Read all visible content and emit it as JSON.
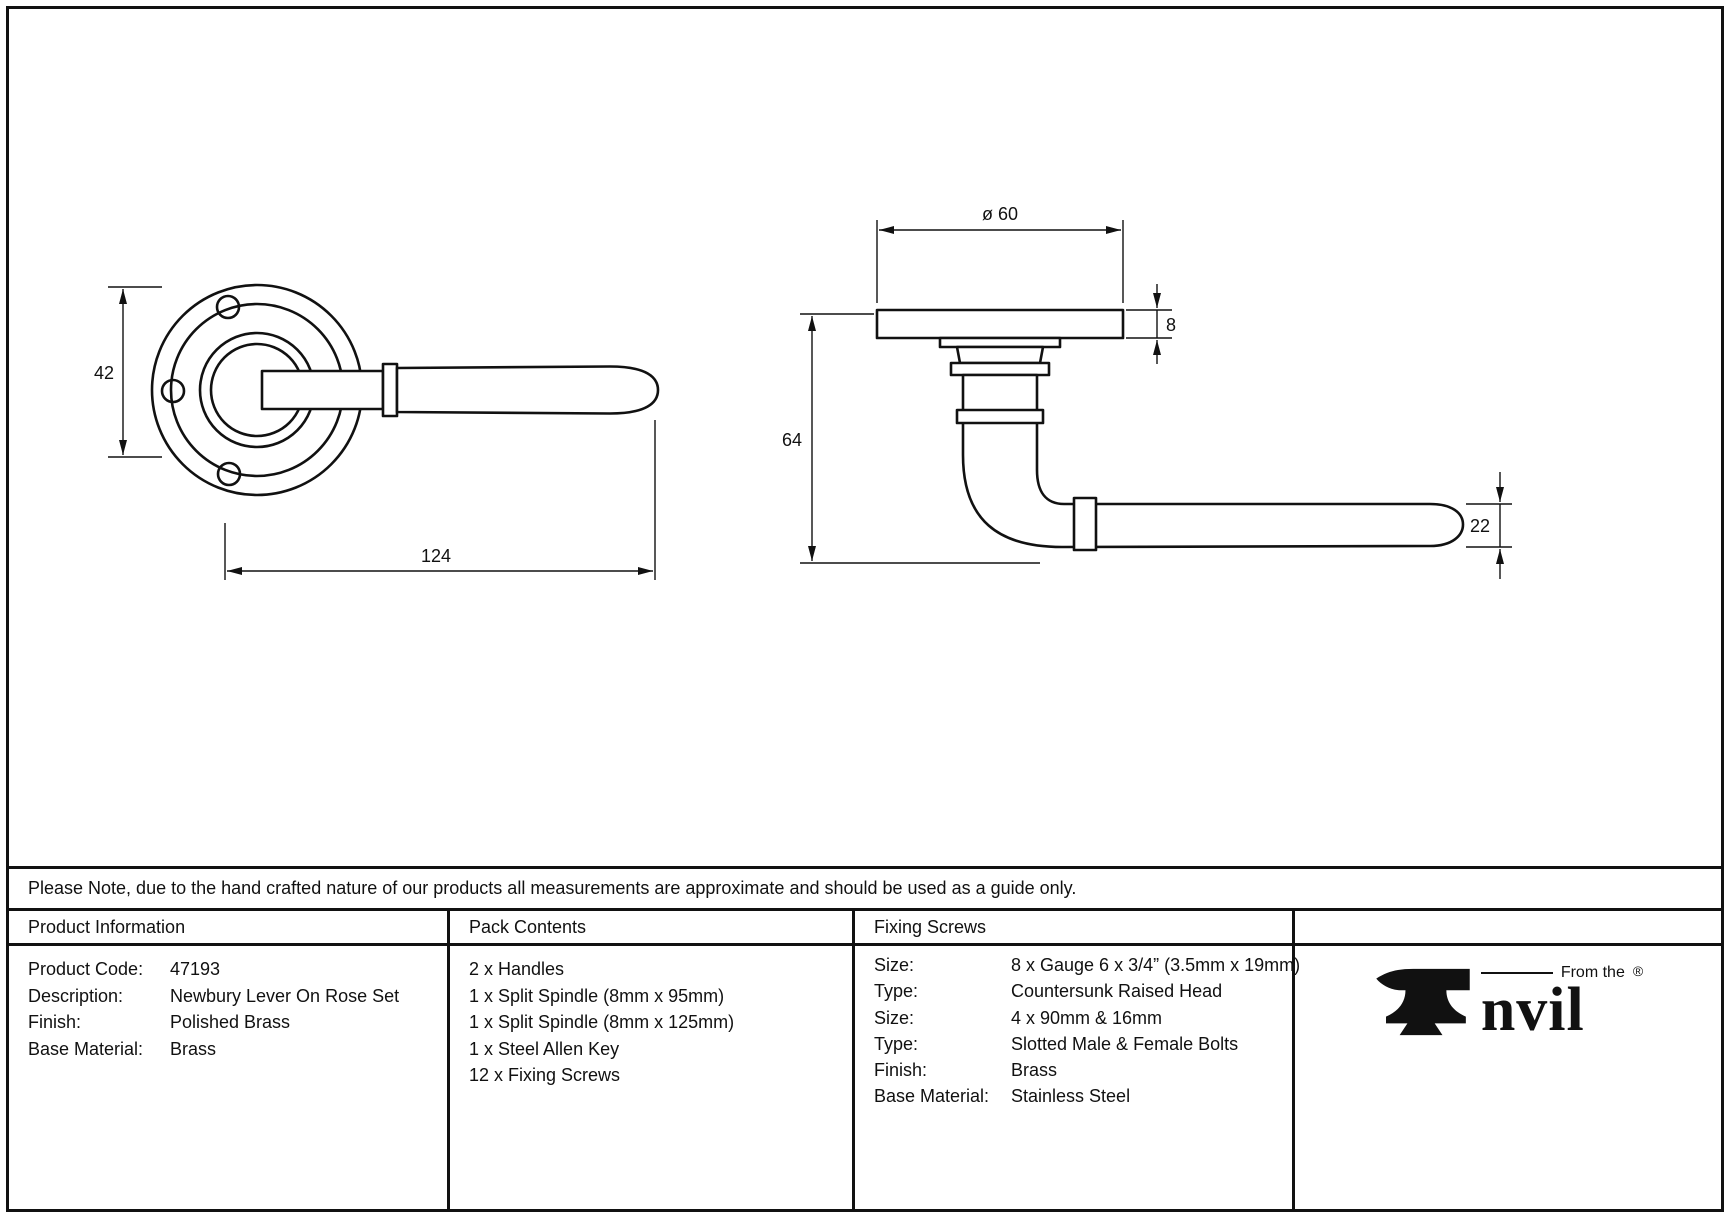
{
  "note": "Please Note, due to the hand crafted nature of our products all measurements are approximate and should be used as a guide only.",
  "columns": {
    "product_information": {
      "header": "Product Information",
      "rows": [
        {
          "label": "Product Code:",
          "value": "47193"
        },
        {
          "label": "Description:",
          "value": "Newbury Lever On Rose Set"
        },
        {
          "label": "Finish:",
          "value": "Polished Brass"
        },
        {
          "label": "Base Material:",
          "value": "Brass"
        }
      ]
    },
    "pack_contents": {
      "header": "Pack Contents",
      "items": [
        "2 x Handles",
        "1 x Split Spindle (8mm x 95mm)",
        "1 x Split Spindle (8mm x 125mm)",
        "1 x Steel Allen Key",
        "12 x Fixing Screws"
      ]
    },
    "fixing_screws": {
      "header": "Fixing Screws",
      "rows": [
        {
          "label": "Size:",
          "value": "8 x Gauge 6 x 3/4” (3.5mm x 19mm)"
        },
        {
          "label": "Type:",
          "value": "Countersunk Raised Head"
        },
        {
          "label": "Size:",
          "value": "4 x 90mm & 16mm"
        },
        {
          "label": "Type:",
          "value": "Slotted Male & Female Bolts"
        },
        {
          "label": "Finish:",
          "value": "Brass"
        },
        {
          "label": "Base Material:",
          "value": "Stainless Steel"
        }
      ]
    }
  },
  "logo": {
    "tagline": "From the",
    "brand_rest": "nvil",
    "registered": "®"
  },
  "drawing": {
    "front_view": {
      "dim_height": "42",
      "dim_length": "124"
    },
    "side_view": {
      "dim_diameter": "ø 60",
      "dim_thickness": "8",
      "dim_projection": "64",
      "dim_lever": "22"
    }
  }
}
